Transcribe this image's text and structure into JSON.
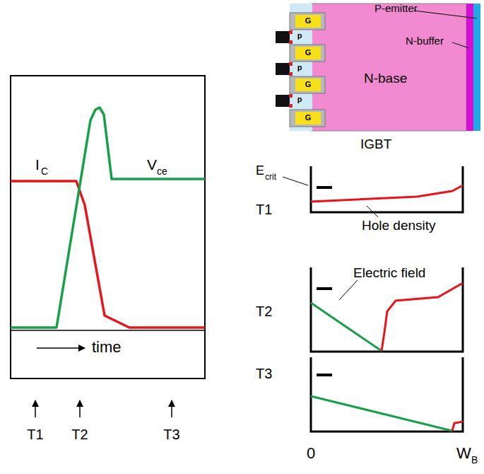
{
  "diagram": {
    "labels": [
      "I",
      "C",
      "V",
      "ce",
      "time",
      "T1",
      "T2",
      "T3",
      "P-emitter",
      "N-buffer",
      "N-base",
      "IGBT",
      "E",
      "crit",
      "T1",
      "Hole density",
      "T2",
      "Electric field",
      "T3",
      "0",
      "W",
      "B",
      "p",
      "p",
      "p",
      "G",
      "G",
      "G",
      "G"
    ]
  }
}
